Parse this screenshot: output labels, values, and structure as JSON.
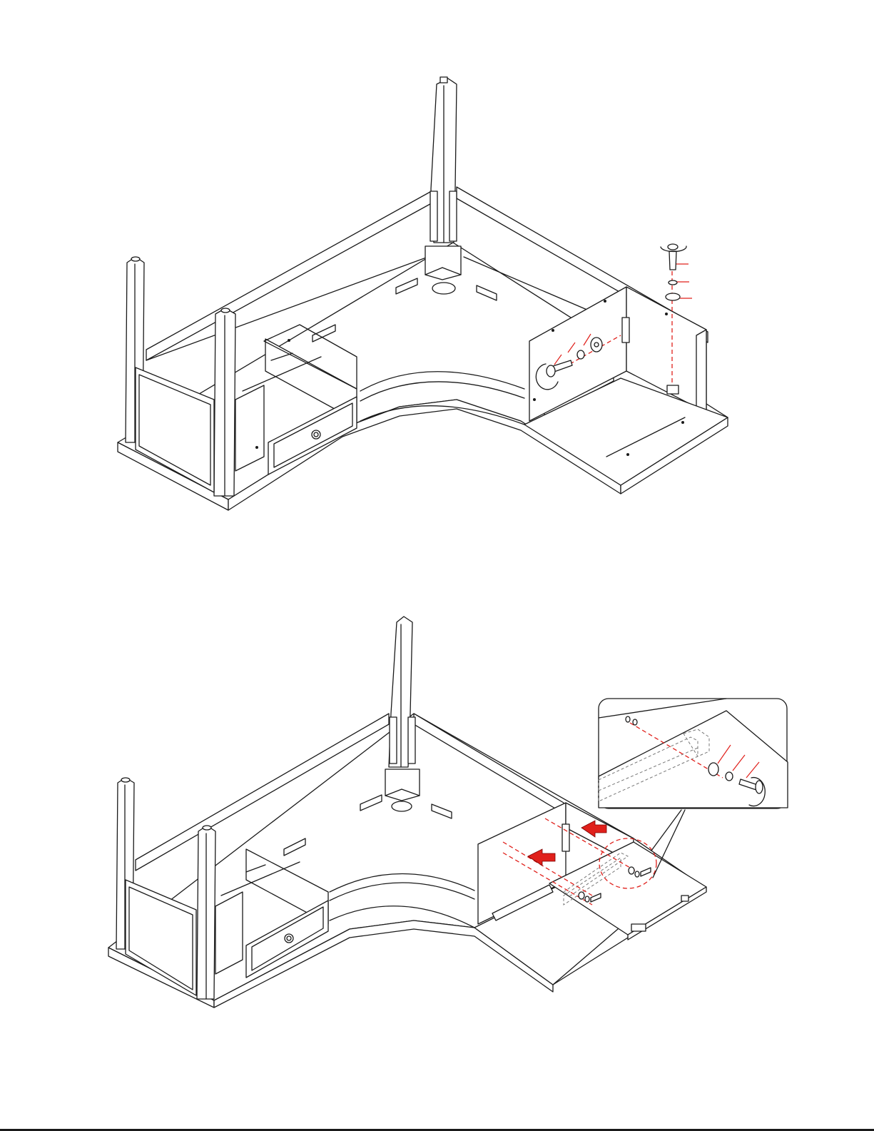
{
  "page": {
    "title": "",
    "background": "#ffffff"
  },
  "colors": {
    "line": "#1a1a1a",
    "accent_red": "#e0201b"
  },
  "steps": [
    {
      "name": "step-upper",
      "parts": [
        "desk-top",
        "left-leg-front",
        "left-leg-back",
        "center-leg",
        "drawer",
        "drawer-knob",
        "corner-block",
        "grommet-hole",
        "return-panel",
        "bolt",
        "lock-washer",
        "flat-washer",
        "rotation-icon"
      ]
    },
    {
      "name": "step-lower",
      "parts": [
        "desk-top",
        "left-leg-front",
        "left-leg-back",
        "center-leg",
        "drawer",
        "drawer-knob",
        "corner-block",
        "grommet-hole",
        "return-panel",
        "extension-board",
        "direction-arrows",
        "detail-callout",
        "bolt",
        "lock-washer",
        "flat-washer"
      ]
    }
  ],
  "icons": [
    "rotation-arrow-icon",
    "direction-arrow-icon",
    "magnifier-callout-icon"
  ]
}
